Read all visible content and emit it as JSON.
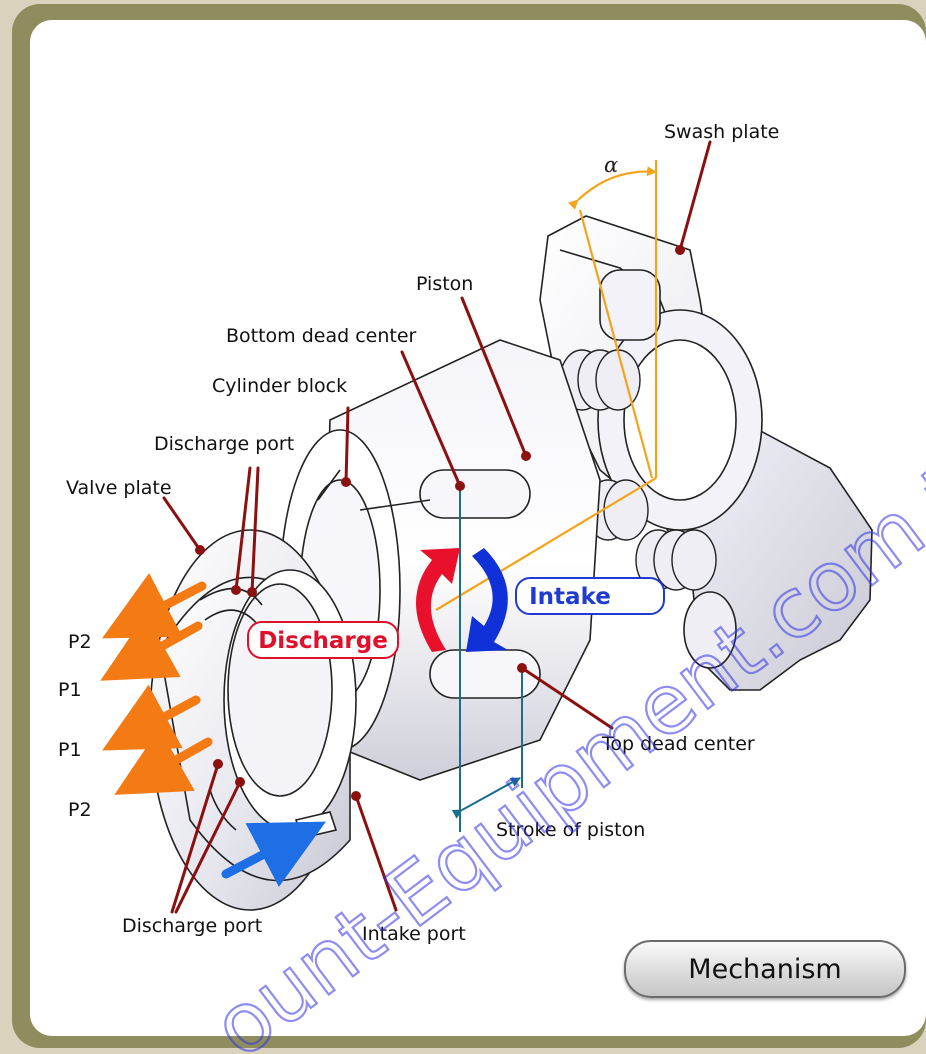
{
  "labels": {
    "swash_plate": "Swash plate",
    "alpha": "α",
    "piston": "Piston",
    "bottom_dead_center": "Bottom dead center",
    "cylinder_block": "Cylinder block",
    "discharge_port_top": "Discharge port",
    "valve_plate": "Valve plate",
    "p2_top": "P2",
    "p1_top": "P1",
    "p1_bottom": "P1",
    "p2_bottom": "P2",
    "discharge_port_bottom": "Discharge port",
    "intake_port": "Intake port",
    "top_dead_center": "Top dead center",
    "stroke_of_piston": "Stroke of piston",
    "discharge_tag": "Discharge",
    "intake_tag": "Intake"
  },
  "watermark": "ount-Equipment.com to orde",
  "button": {
    "label": "Mechanism"
  },
  "colors": {
    "frame": "#8f8c5e",
    "leader": "#8b1010",
    "discharge_flow": "#f47a14",
    "intake_flow": "#1e6fe6",
    "angle": "#f2a41c",
    "stroke_dim": "#1a6f8c",
    "rotation_red": "#e8102a",
    "rotation_blue": "#1030d8"
  }
}
